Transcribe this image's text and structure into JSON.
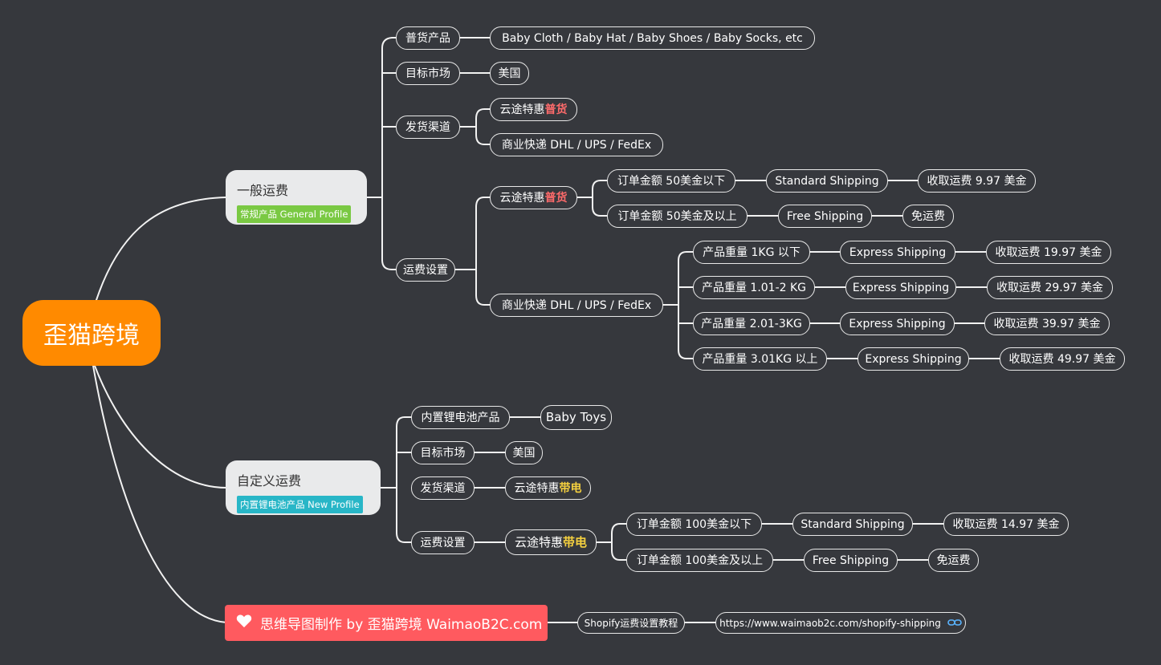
{
  "root": {
    "label": "歪猫跨境"
  },
  "general": {
    "title": "一般运费",
    "tag": "常规产品 General Profile",
    "tag_color": "#7ac943",
    "goods": {
      "label": "普货产品",
      "value": "Baby Cloth / Baby Hat / Baby Shoes / Baby Socks, etc"
    },
    "market": {
      "label": "目标市场",
      "value": "美国"
    },
    "channel": {
      "label": "发货渠道",
      "yuntu_prefix": "云途特惠",
      "yuntu_highlight": "普货",
      "express": "商业快递 DHL / UPS / FedEx"
    },
    "rates": {
      "label": "运费设置",
      "yuntu_prefix": "云途特惠",
      "yuntu_highlight": "普货",
      "yuntu_rows": [
        {
          "cond": "订单金额 50美金以下",
          "method": "Standard Shipping",
          "fee": "收取运费 9.97 美金"
        },
        {
          "cond": "订单金额 50美金及以上",
          "method": "Free Shipping",
          "fee": "免运费"
        }
      ],
      "express": "商业快递 DHL / UPS / FedEx",
      "express_rows": [
        {
          "cond": "产品重量 1KG 以下",
          "method": "Express Shipping",
          "fee": "收取运费 19.97 美金"
        },
        {
          "cond": "产品重量 1.01-2 KG",
          "method": "Express Shipping",
          "fee": "收取运费 29.97 美金"
        },
        {
          "cond": "产品重量 2.01-3KG",
          "method": "Express Shipping",
          "fee": "收取运费 39.97 美金"
        },
        {
          "cond": "产品重量 3.01KG 以上",
          "method": "Express Shipping",
          "fee": "收取运费 49.97 美金"
        }
      ]
    }
  },
  "custom": {
    "title": "自定义运费",
    "tag": "内置锂电池产品 New Profile",
    "tag_color": "#28b6c7",
    "goods": {
      "label": "内置锂电池产品",
      "value": "Baby Toys"
    },
    "market": {
      "label": "目标市场",
      "value": "美国"
    },
    "channel": {
      "label": "发货渠道",
      "yuntu_prefix": "云途特惠",
      "yuntu_highlight": "带电"
    },
    "rates": {
      "label": "运费设置",
      "yuntu_prefix": "云途特惠",
      "yuntu_highlight": "带电",
      "rows": [
        {
          "cond": "订单金额 100美金以下",
          "method": "Standard Shipping",
          "fee": "收取运费 14.97 美金"
        },
        {
          "cond": "订单金额 100美金及以上",
          "method": "Free Shipping",
          "fee": "免运费"
        }
      ]
    }
  },
  "footer": {
    "credit": "思维导图制作 by 歪猫跨境 WaimaoB2C.com",
    "tutorial": "Shopify运费设置教程",
    "url": "https://www.waimaob2c.com/shopify-shipping"
  },
  "colors": {
    "root": "#ff8a00",
    "footer": "#ff5a5f",
    "red_highlight": "#ff6b6b",
    "yellow_highlight": "#f4d03f"
  }
}
